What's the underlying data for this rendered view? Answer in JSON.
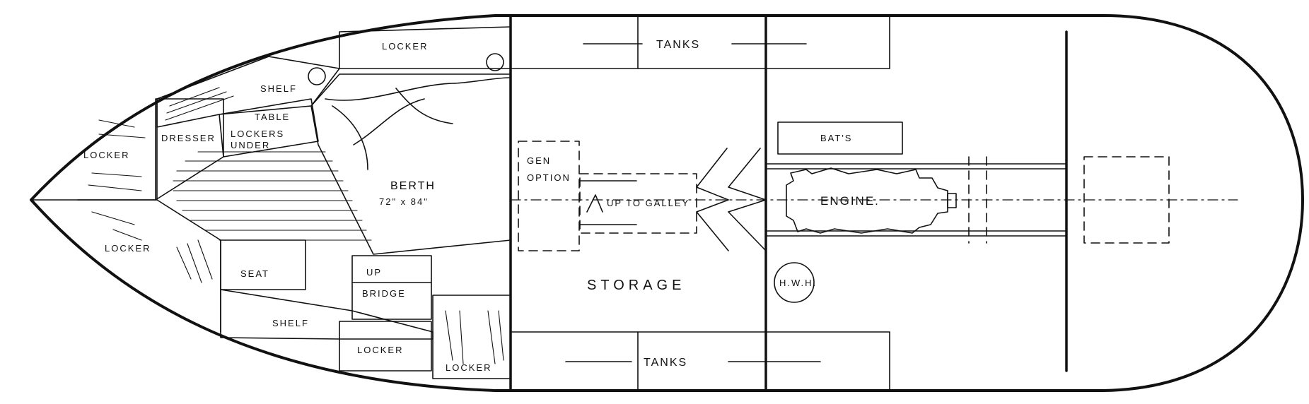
{
  "labels": {
    "locker_top": "LOCKER",
    "shelf_top": "SHELF",
    "table": "TABLE",
    "lockers_under_1": "LOCKERS",
    "lockers_under_2": "UNDER",
    "dresser": "DRESSER",
    "locker_bow_upper": "LOCKER",
    "locker_bow_lower": "LOCKER",
    "berth": "BERTH",
    "berth_size": "72\" x 84\"",
    "seat": "SEAT",
    "up_to_bridge_1": "UP",
    "up_to_bridge_2": "BRIDGE",
    "shelf_bottom": "SHELF",
    "locker_bottom_1": "LOCKER",
    "locker_bottom_2": "LOCKER",
    "gen_1": "GEN",
    "gen_2": "OPTION",
    "up_to_galley": "UP TO GALLEY",
    "storage": "STORAGE",
    "tanks_top": "TANKS",
    "tanks_bottom": "TANKS",
    "bats": "BAT'S",
    "engine": "ENGINE.",
    "hwh": "H.W.H."
  }
}
